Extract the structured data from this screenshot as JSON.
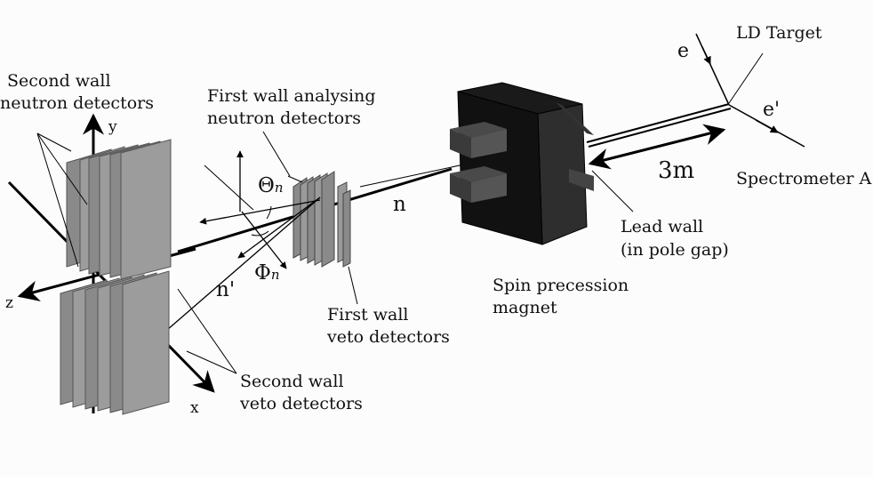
{
  "labels": {
    "ld_target": "LD Target",
    "e": "e",
    "e_prime": "e'",
    "spectrometer": "Spectrometer A",
    "distance": "3m",
    "lead_wall_line1": "Lead wall",
    "lead_wall_line2": "(in pole gap)",
    "magnet_line1": "Spin precession",
    "magnet_line2": "magnet",
    "neutron": "n",
    "neutron_prime": "n'",
    "first_wall_analysing_line1": "First wall analysing",
    "first_wall_analysing_line2": "neutron detectors",
    "first_wall_veto_line1": "First wall",
    "first_wall_veto_line2": "veto detectors",
    "second_wall_neutron_line1": "Second wall",
    "second_wall_neutron_line2": "neutron detectors",
    "second_wall_veto_line1": "Second wall",
    "second_wall_veto_line2": "veto detectors",
    "theta_symbol": "Θ",
    "theta_sub": "n",
    "phi_symbol": "Φ",
    "phi_sub": "n",
    "axis_x": "x",
    "axis_y": "y",
    "axis_z": "z"
  },
  "colors": {
    "magnet": "#222222",
    "detector_bar": "#8a8a8a",
    "line": "#000000"
  }
}
